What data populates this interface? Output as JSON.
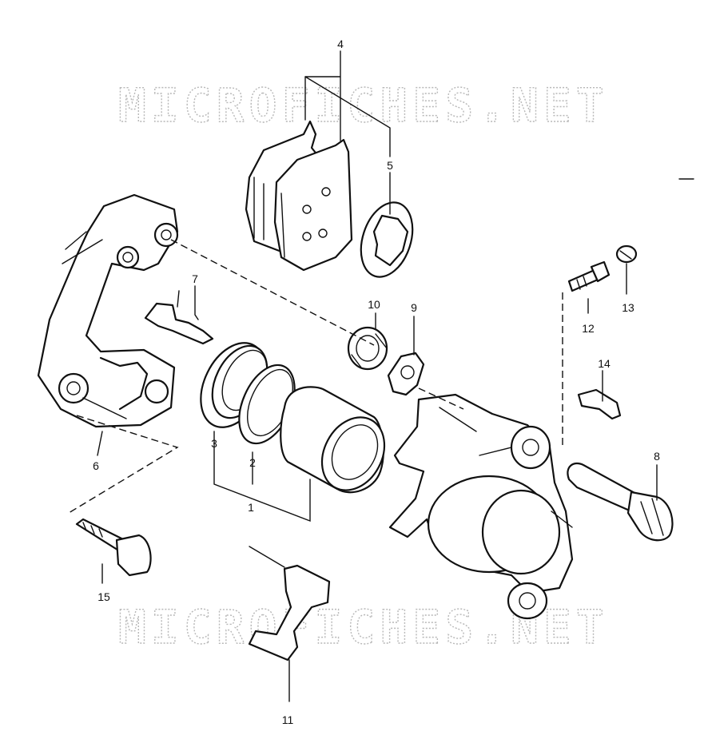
{
  "watermark": {
    "top": "MICROFICHES.NET",
    "bottom": "MICROFICHES.NET"
  },
  "callouts": {
    "p1": "1",
    "p2": "2",
    "p3": "3",
    "p4": "4",
    "p5": "5",
    "p6": "6",
    "p7": "7",
    "p8": "8",
    "p9": "9",
    "p10": "10",
    "p11": "11",
    "p12": "12",
    "p13": "13",
    "p14": "14",
    "p15": "15"
  },
  "colors": {
    "line": "#111111",
    "watermark": "#b8b8b8",
    "background": "#ffffff"
  }
}
